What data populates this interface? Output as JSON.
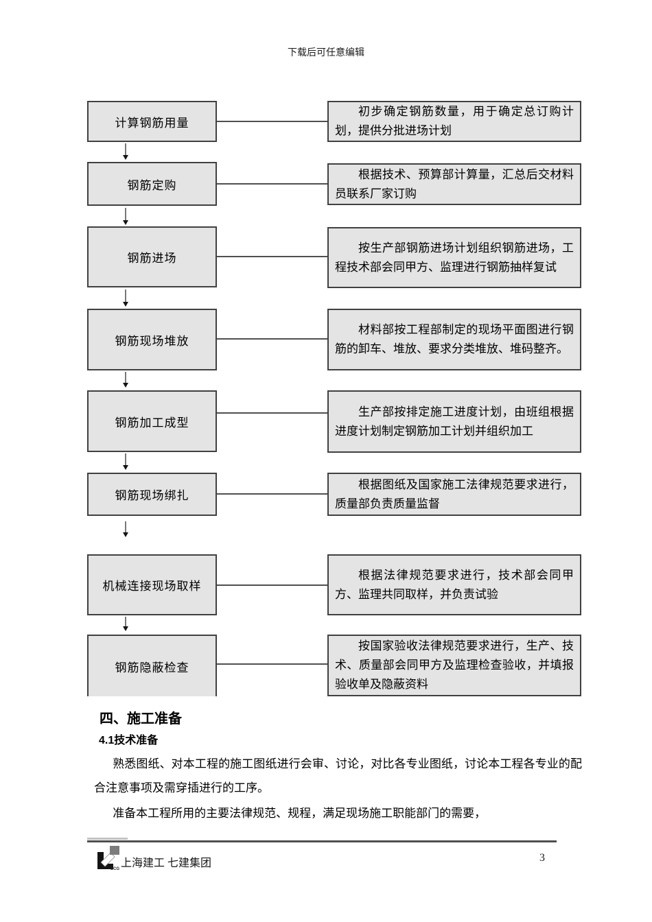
{
  "header": {
    "note": "下载后可任意编辑"
  },
  "flowchart": {
    "rows": [
      {
        "step": "计算钢筋用量",
        "desc": "初步确定钢筋数量，用于确定总订购计划，提供分批进场计划"
      },
      {
        "step": "钢筋定购",
        "desc": "根据技术、预算部计算量，汇总后交材料员联系厂家订购"
      },
      {
        "step": "钢筋进场",
        "desc": "按生产部钢筋进场计划组织钢筋进场，工程技术部会同甲方、监理进行钢筋抽样复试"
      },
      {
        "step": "钢筋现场堆放",
        "desc": "材料部按工程部制定的现场平面图进行钢筋的卸车、堆放、要求分类堆放、堆码整齐。"
      },
      {
        "step": "钢筋加工成型",
        "desc": "生产部按排定施工进度计划，由班组根据进度计划制定钢筋加工计划并组织加工"
      },
      {
        "step": "钢筋现场绑扎",
        "desc": "根据图纸及国家施工法律规范要求进行，质量部负责质量监督"
      },
      {
        "step": "机械连接现场取样",
        "desc": "根据法律规范要求进行，技术部会同甲方、监理共同取样，并负责试验"
      },
      {
        "step": "钢筋隐蔽检查",
        "desc": "按国家验收法律规范要求进行，生产、技术、质量部会同甲方及监理检查验收，并填报验收单及隐蔽资料"
      }
    ]
  },
  "section": {
    "heading": "四、施工准备",
    "subheading": "4.1技术准备",
    "paragraphs": [
      "熟悉图纸、对本工程的施工图纸进行会审、讨论，对比各专业图纸，讨论本工程各专业的配合注意事项及需穿插进行的工序。",
      "准备本工程所用的主要法律规范、规程，满足现场施工职能部门的需要，"
    ]
  },
  "footer": {
    "logo_text": "SCG",
    "brand": "上海建工 七建集团",
    "page_number": "3"
  },
  "colors": {
    "box_fill": "#e4e4e4",
    "box_border": "#404040",
    "connector": "#4f4f4f",
    "text": "#000000"
  }
}
